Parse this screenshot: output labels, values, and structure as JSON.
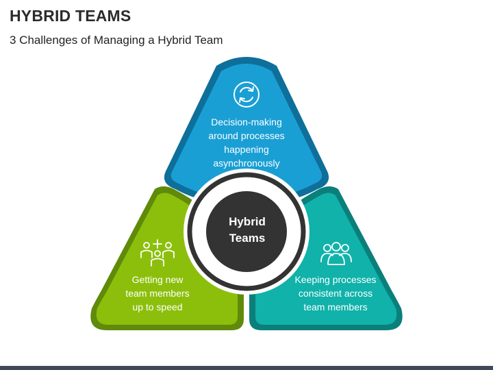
{
  "header": {
    "title": "HYBRID TEAMS",
    "subtitle": "3 Challenges of Managing a Hybrid Team"
  },
  "center": {
    "label": "Hybrid\nTeams",
    "fill_color": "#333333",
    "ring_color": "#333333"
  },
  "segments": [
    {
      "text": "Decision-making\naround processes\nhappening\nasynchronously",
      "icon": "refresh-cycle-icon",
      "color": "#1a9fd4",
      "border_color": "#0e6f9a"
    },
    {
      "text": "Getting new\nteam members\nup to speed",
      "icon": "add-team-member-icon",
      "color": "#8cbf0c",
      "border_color": "#5f8a0a"
    },
    {
      "text": "Keeping processes\nconsistent across\nteam members",
      "icon": "team-group-icon",
      "color": "#10b2aa",
      "border_color": "#0b7f7a"
    }
  ],
  "footer": {
    "bar_color": "#3e4a5a"
  }
}
